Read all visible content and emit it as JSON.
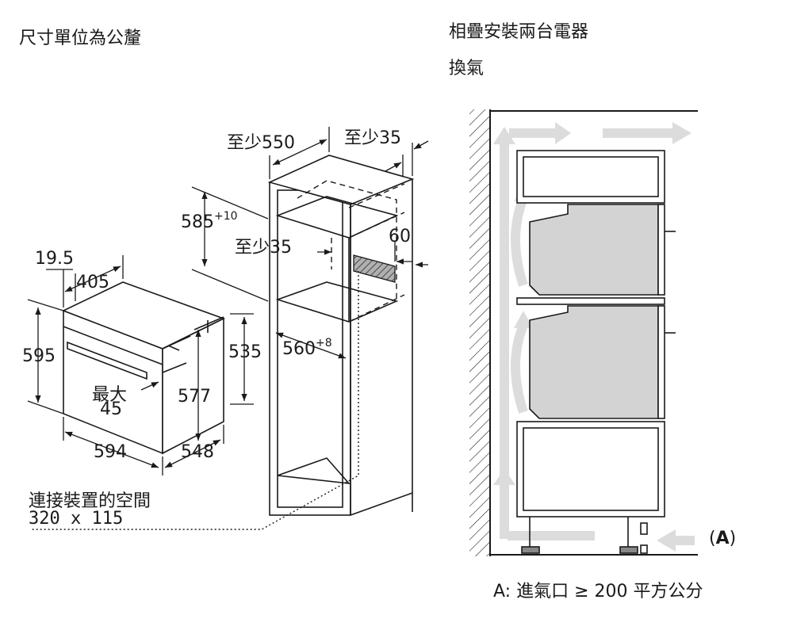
{
  "left": {
    "unit_note": "尺寸單位為公釐",
    "oven": {
      "dim_19_5": "19.5",
      "dim_405": "405",
      "dim_595": "595",
      "dim_max_label": "最大",
      "dim_max_value": "45",
      "dim_577": "577",
      "dim_535": "535",
      "dim_594": "594",
      "dim_548": "548"
    },
    "cabinet": {
      "dim_min550_prefix": "至少",
      "dim_min550_value": "550",
      "dim_min35_top_prefix": "至少",
      "dim_min35_top_value": "35",
      "dim_585_value": "585",
      "dim_585_sup": "+10",
      "dim_min35_mid_prefix": "至少",
      "dim_min35_mid_value": "35",
      "dim_60": "60",
      "dim_560_value": "560",
      "dim_560_sup": "+8"
    },
    "connection": {
      "label": "連接裝置的空間",
      "size": "320 x 115"
    }
  },
  "right": {
    "title": "相疊安裝兩台電器",
    "subtitle": "換氣",
    "marker": "A",
    "legend_prefix": "A:",
    "legend_text": "進氣口 ≥ 200 平方公分"
  },
  "colors": {
    "line": "#1a1a1a",
    "appliance_fill": "#d3d3d3",
    "arrow": "#dcdcdc",
    "hatch_fill": "#9a9a9a"
  }
}
